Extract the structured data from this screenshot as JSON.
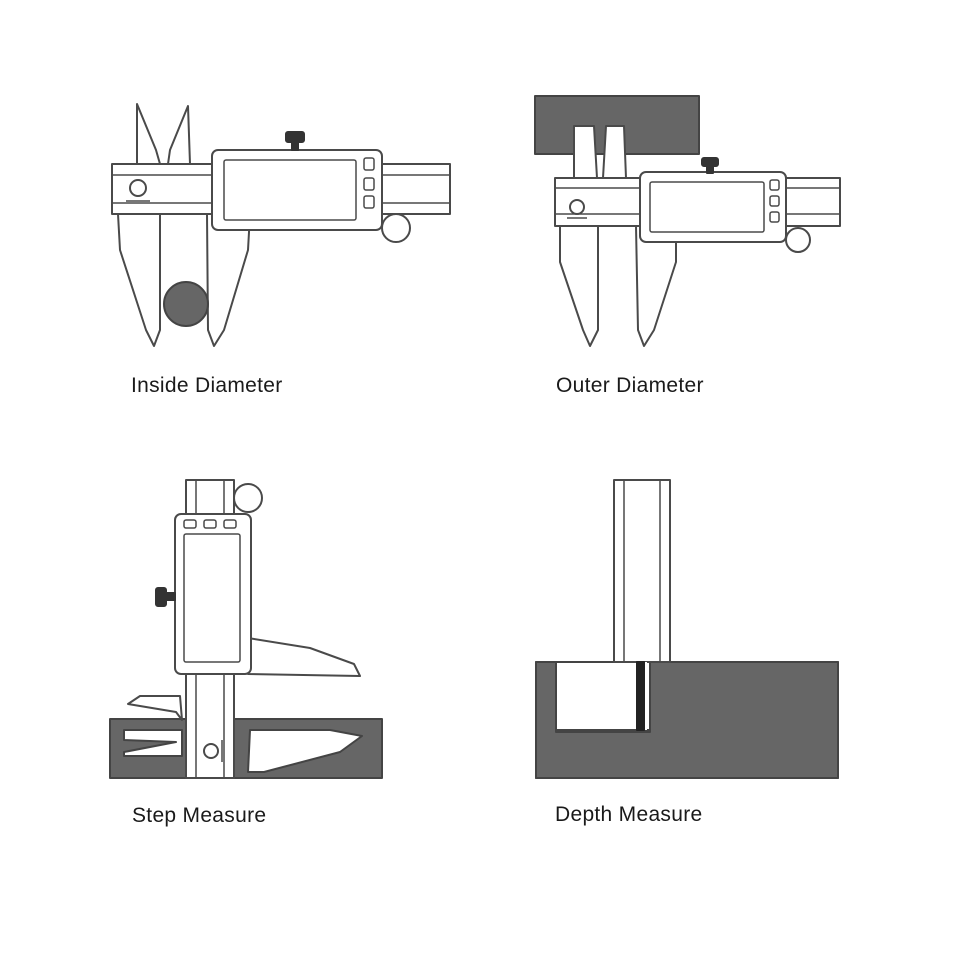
{
  "captions": {
    "inside": "Inside Diameter",
    "outer": "Outer Diameter",
    "step": "Step Measure",
    "depth": "Depth Measure"
  },
  "colors": {
    "outline": "#4a4a4a",
    "workpiece": "#666666",
    "body_fill": "#ffffff",
    "knob": "#333333"
  }
}
